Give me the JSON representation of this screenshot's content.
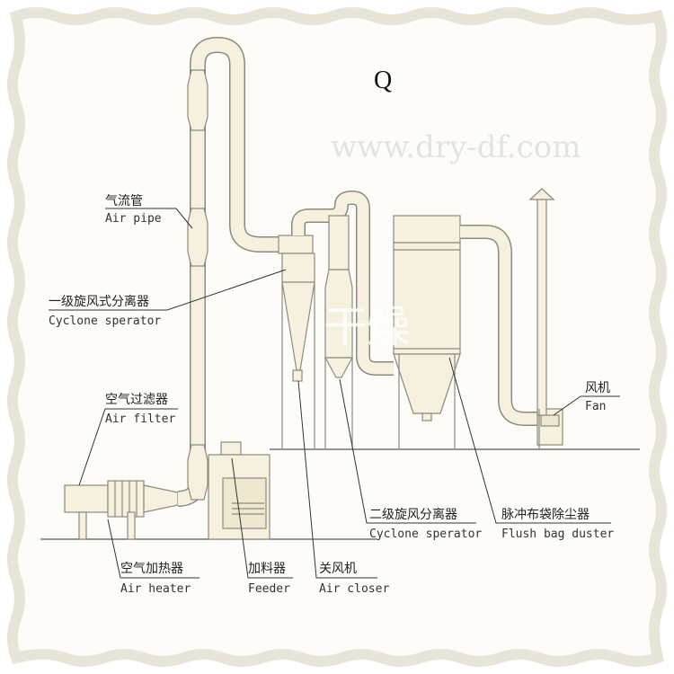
{
  "title": "Q",
  "watermark_url": "www.dry-df.com",
  "watermark_cn": "干燥",
  "labels": {
    "air_pipe_cn": "气流管",
    "air_pipe_en": "Air pipe",
    "cyclone1_cn": "一级旋风式分离器",
    "cyclone1_en": "Cyclone sperator",
    "air_filter_cn": "空气过滤器",
    "air_filter_en": "Air filter",
    "air_heater_cn": "空气加热器",
    "air_heater_en": "Air heater",
    "feeder_cn": "加料器",
    "feeder_en": "Feeder",
    "air_closer_cn": "关风机",
    "air_closer_en": "Air closer",
    "cyclone2_cn": "二级旋风分离器",
    "cyclone2_en": "Cyclone sperator",
    "bag_duster_cn": "脉冲布袋除尘器",
    "bag_duster_en": "Flush bag duster",
    "fan_cn": "风机",
    "fan_en": "Fan"
  },
  "colors": {
    "equipment_fill": "#f6f1df",
    "frame_stroke": "#e8e4d8",
    "line": "#8c8a7e"
  }
}
